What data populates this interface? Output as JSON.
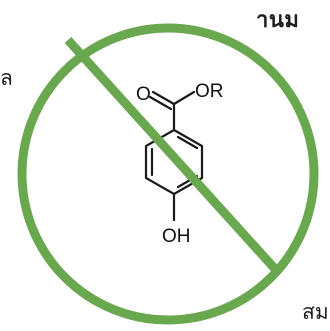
{
  "text_fragments": {
    "title": "านม",
    "left_top": "ล",
    "bottom_right": "สม"
  },
  "molecule": {
    "carbonyl_oxygen": "O",
    "ester_group": "OR",
    "hydroxyl_group": "OH"
  },
  "colors": {
    "prohibition": "#6aa84f",
    "bonds": "#1a1a1a",
    "text": "#1e1e1e"
  }
}
